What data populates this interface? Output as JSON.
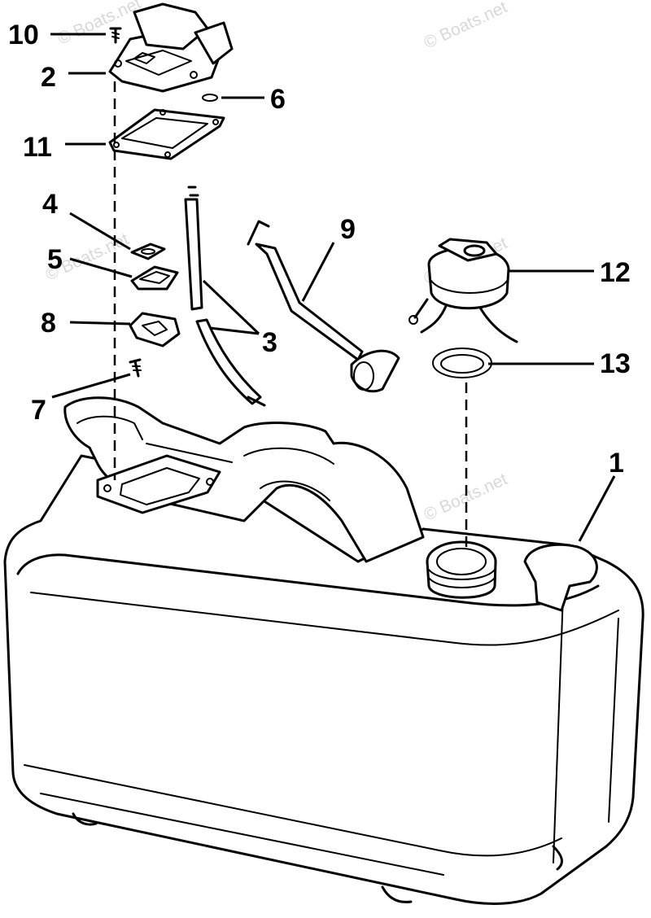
{
  "diagram": {
    "callouts": {
      "c1": "1",
      "c2": "2",
      "c3": "3",
      "c4": "4",
      "c5": "5",
      "c6": "6",
      "c7": "7",
      "c8": "8",
      "c9": "9",
      "c10": "10",
      "c11": "11",
      "c12": "12",
      "c13": "13"
    },
    "watermark": "© Boats.net"
  }
}
